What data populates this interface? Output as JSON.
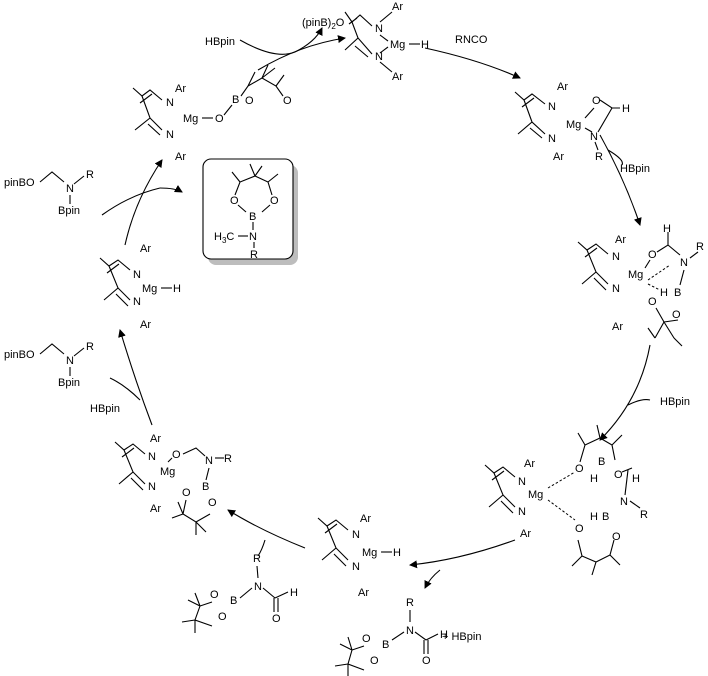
{
  "reagents": {
    "hbpin": "HBpin",
    "pinb2o": "(pinB)2O",
    "rnco": "RNCO",
    "plus_hbpin": "+ HBpin"
  },
  "atoms": {
    "mg": "Mg",
    "n": "N",
    "o": "O",
    "b": "B",
    "h": "H",
    "ar": "Ar",
    "r": "R",
    "ch3": "H3C",
    "pinbo": "pinBO",
    "bpin": "Bpin"
  }
}
